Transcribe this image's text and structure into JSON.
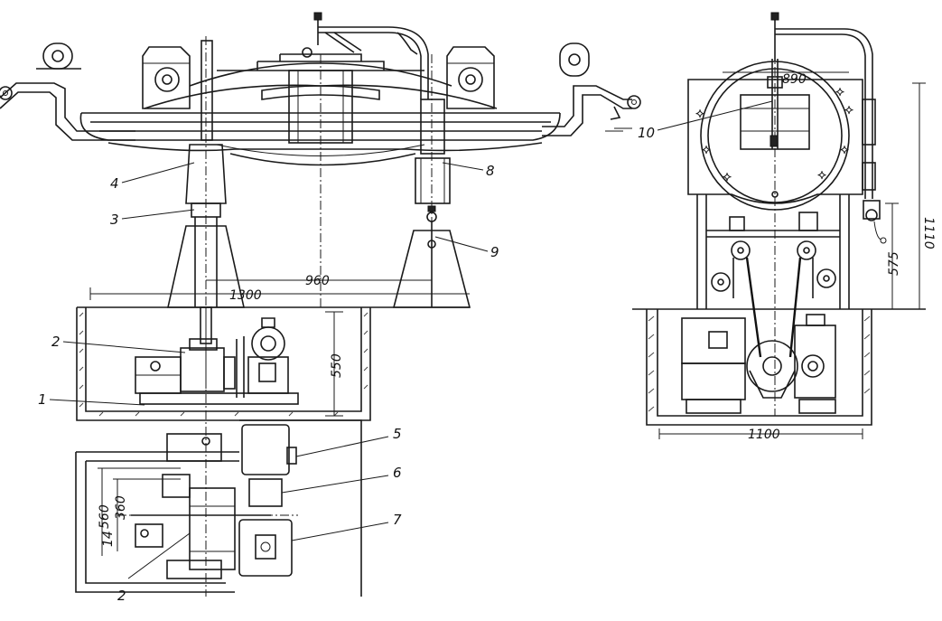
{
  "callouts": [
    "1",
    "2",
    "3",
    "4",
    "5",
    "6",
    "7",
    "8",
    "9",
    "10",
    "2"
  ],
  "dimensions": {
    "d960": "960",
    "d1300": "1300",
    "d550": "550",
    "d560": "560",
    "d360": "360",
    "d14": "14",
    "d890": "890",
    "d1110": "1110",
    "d575": "575",
    "d1100": "1100"
  },
  "colors": {
    "ink": "#1a1a1a",
    "paper": "#ffffff"
  }
}
